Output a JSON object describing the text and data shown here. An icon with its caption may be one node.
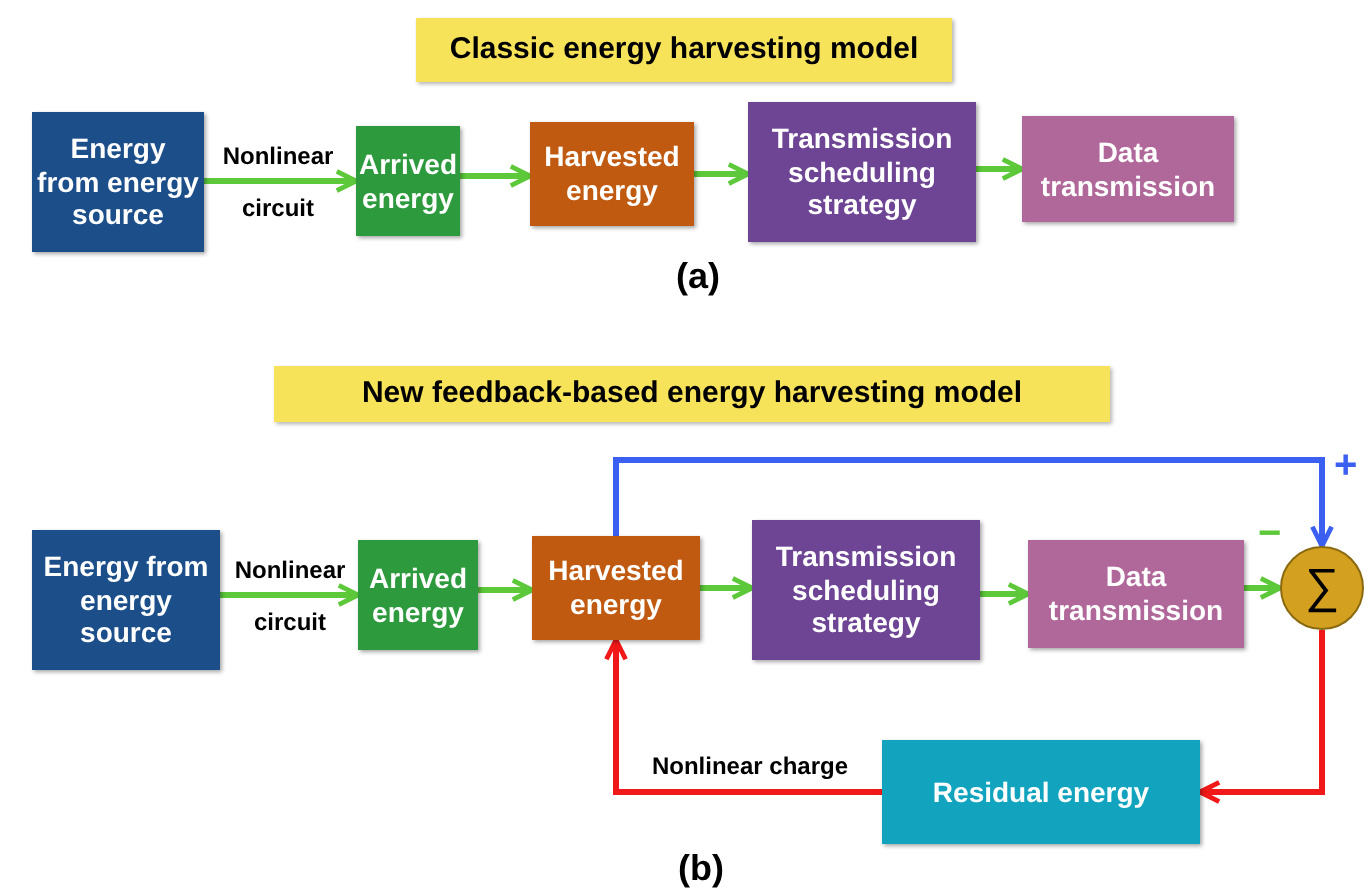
{
  "diagram": {
    "nodes": [
      {
        "text": [
          "Classic energy harvesting model"
        ]
      },
      {
        "text": [
          "Energy from energy source"
        ]
      },
      {
        "text": [
          "Arrived energy"
        ]
      },
      {
        "text": [
          "Harvested energy"
        ]
      },
      {
        "text": [
          "Transmission scheduling strategy"
        ]
      },
      {
        "text": [
          "Data transmission"
        ]
      },
      {
        "text": [
          "New feedback-based energy harvesting model"
        ]
      },
      {
        "text": [
          "Energy from energy source"
        ]
      },
      {
        "text": [
          "Arrived energy"
        ]
      },
      {
        "text": [
          "Harvested energy"
        ]
      },
      {
        "text": [
          "Transmission scheduling strategy"
        ]
      },
      {
        "text": [
          "Data transmission"
        ]
      },
      {
        "text": [
          "∑"
        ]
      },
      {
        "text": [
          "Residual energy"
        ]
      }
    ],
    "edges": [
      {
        "from": 1,
        "to": 2,
        "arrow": "to",
        "label": "Nonlinear circuit"
      },
      {
        "from": 2,
        "to": 3,
        "arrow": "to"
      },
      {
        "from": 3,
        "to": 4,
        "arrow": "to"
      },
      {
        "from": 4,
        "to": 5,
        "arrow": "to"
      },
      {
        "from": 7,
        "to": 8,
        "arrow": "to",
        "label": "Nonlinear circuit"
      },
      {
        "from": 8,
        "to": 9,
        "arrow": "to"
      },
      {
        "from": 9,
        "to": 10,
        "arrow": "to"
      },
      {
        "from": 10,
        "to": 11,
        "arrow": "to"
      },
      {
        "from": 11,
        "to": 12,
        "arrow": "to"
      },
      {
        "from": 9,
        "to": 12,
        "arrow": "to",
        "color": "#3b5ff0"
      },
      {
        "from": 12,
        "to": 13,
        "arrow": "to",
        "color": "#f01818"
      },
      {
        "from": 13,
        "to": 9,
        "arrow": "to",
        "color": "#f01818",
        "label": "Nonlinear charge"
      }
    ],
    "labels": [
      "(a)",
      "(b)",
      "+",
      "−"
    ]
  }
}
